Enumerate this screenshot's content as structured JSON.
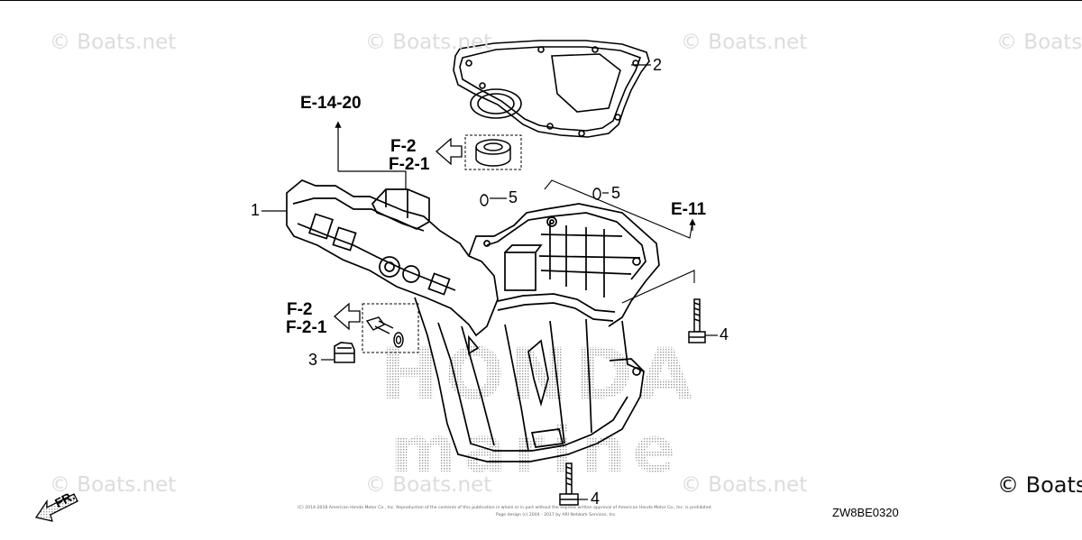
{
  "watermark": {
    "text": "© Boats.net"
  },
  "corner_brand": "© Boats",
  "stamp": {
    "line1": "HONDA",
    "line2": "marine"
  },
  "references": {
    "top": "E-14-20",
    "upper_left_1": "F-2",
    "upper_left_2": "F-2-1",
    "lower_left_1": "F-2",
    "lower_left_2": "F-2-1",
    "right": "E-11"
  },
  "callouts": {
    "c1": "1",
    "c2": "2",
    "c3": "3",
    "c4a": "4",
    "c4b": "4",
    "c5a": "5",
    "c5b": "5"
  },
  "front_label": "FR.",
  "diagram_code": "ZW8BE0320",
  "copyright": {
    "line1": "(C) 2014-2018 American Honda Motor Co., Inc. Reproduction of the contents of this publication in whole or in part without the express written approval of American Honda Motor Co., Inc. is prohibited.",
    "line2": "Page design (c) 2004 - 2017 by ARI Network Services, Inc."
  },
  "colors": {
    "line": "#000000",
    "watermark": "#dcdcdc",
    "stamp_dots": "#9a9a9a"
  }
}
